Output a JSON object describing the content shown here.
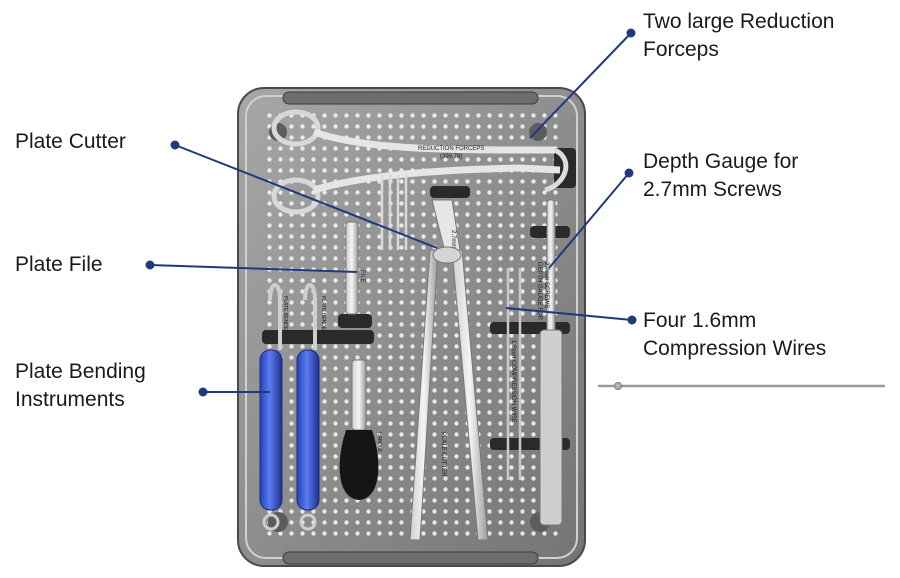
{
  "labels": {
    "reduction_forceps": [
      "Two large Reduction",
      "Forceps"
    ],
    "plate_cutter": "Plate Cutter",
    "depth_gauge": [
      "Depth Gauge for",
      "2.7mm Screws"
    ],
    "plate_file": "Plate File",
    "compression_wires": [
      "Four 1.6mm",
      "Compression Wires"
    ],
    "bending_instruments": [
      "Plate Bending",
      "Instruments"
    ]
  },
  "engravings": {
    "forceps": "REDUCTION FORCEPS",
    "forceps_code": "(399.78)",
    "cutter": "PLATE CUTTER",
    "cutter_size": "2.7mm",
    "file": "FILE",
    "gauge": "DEPTH GAUGE FOR",
    "gauge_size": "2.7mm SCREWS",
    "wire": "1.6mm COMPRESSION WIRE",
    "handle": "HANDLE",
    "bend1": "PLATE BENDER",
    "bend2": "PLATE BENDER"
  },
  "colors": {
    "leader": "#1f3a7a",
    "tray": "#8c8c8c",
    "tray_dark": "#5f5f5f",
    "handle_blue": "#3a5ad8",
    "handle_black": "#151515"
  }
}
